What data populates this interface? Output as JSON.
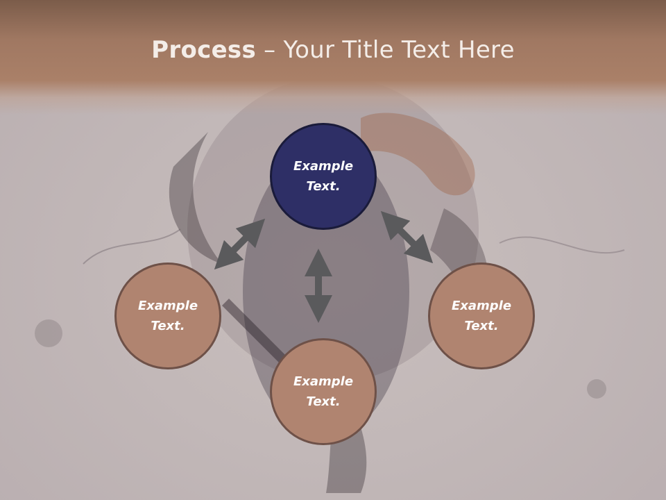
{
  "title": {
    "bold": "Process",
    "rest": " – Your Title Text Here"
  },
  "nodes": [
    {
      "label": "Example\nText.",
      "color": "#2e2f66"
    },
    {
      "label": "Example\nText.",
      "color": "#b08470"
    },
    {
      "label": "Example\nText.",
      "color": "#b08470"
    },
    {
      "label": "Example\nText.",
      "color": "#b08470"
    }
  ],
  "colors": {
    "arrow": "#5a5a5c",
    "header": "#a07862",
    "circle_border": "#6e5148"
  }
}
